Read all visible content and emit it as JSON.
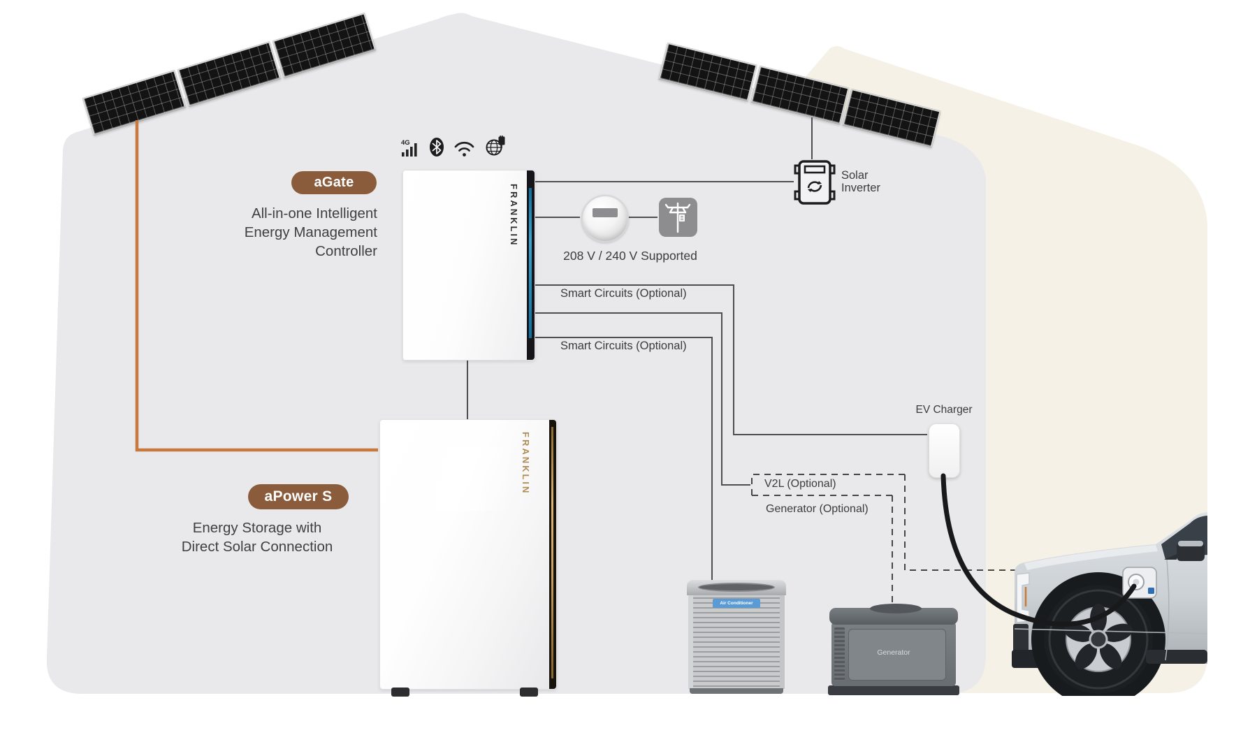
{
  "agate": {
    "badge": "aGate",
    "description": [
      "All-in-one Intelligent",
      "Energy Management",
      "Controller"
    ],
    "brand": "FRANKLIN"
  },
  "apower": {
    "badge": "aPower S",
    "description": [
      "Energy Storage with",
      "Direct Solar Connection"
    ],
    "brand": "FRANKLIN"
  },
  "connections": {
    "voltage": "208 V / 240 V Supported",
    "smart_circuits_top": "Smart Circuits (Optional)",
    "smart_circuits_bottom": "Smart Circuits (Optional)",
    "v2l": "V2L (Optional)",
    "generator_optional": "Generator (Optional)"
  },
  "devices": {
    "solar_inverter": "Solar Inverter",
    "ev_charger": "EV Charger",
    "generator_unit": "Generator",
    "air_conditioner_unit": "Air Conditioner"
  },
  "icons": {
    "cellular_label": "4G",
    "names": [
      "cellular-4g-icon",
      "bluetooth-icon",
      "wifi-icon",
      "globe-ethernet-icon"
    ]
  },
  "colors": {
    "house_gray": "#e9e9eb",
    "house_beige": "#f5f1e6",
    "badge_brown": "#8a5c3b",
    "solar_dc_orange": "#c87a3e",
    "agate_accent_blue": "#1f85b5",
    "apower_accent_gold": "#c8a05e",
    "line_gray": "#4e4e4e",
    "text": "#3d3d3d"
  }
}
